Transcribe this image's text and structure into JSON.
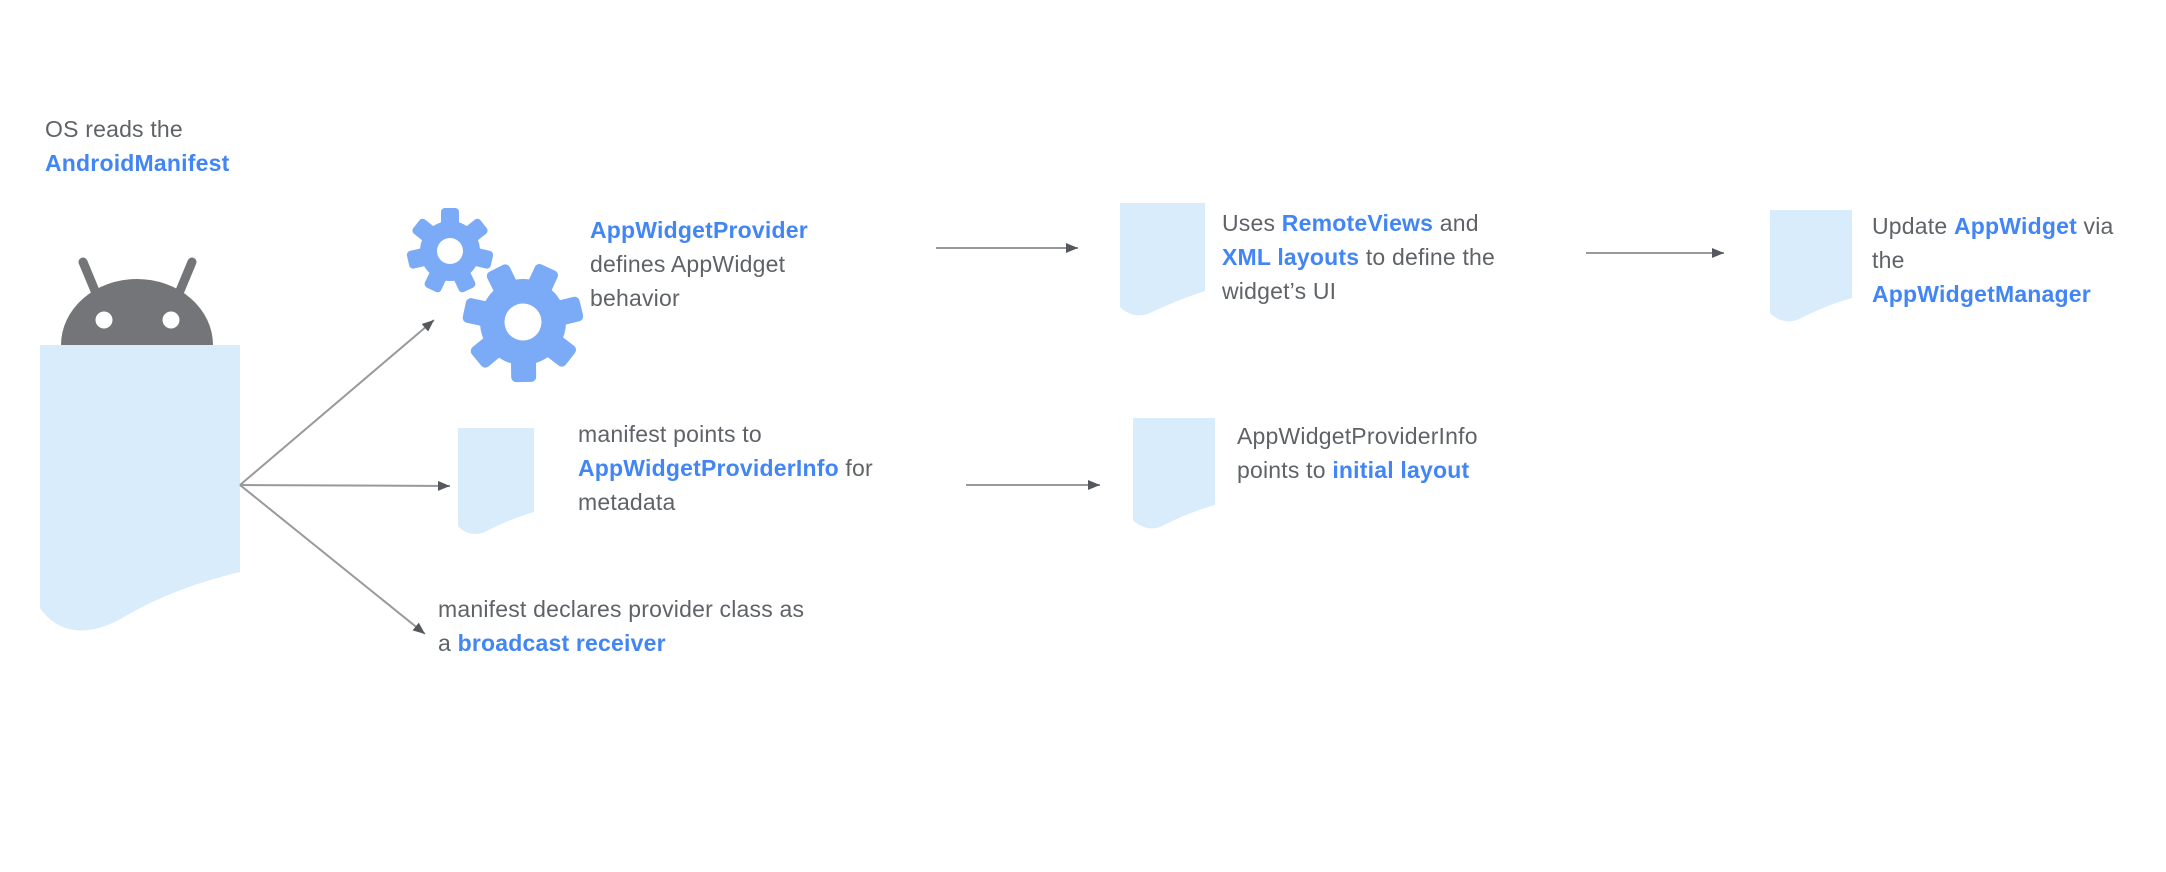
{
  "title": "AppWidget manifest flow diagram",
  "colors": {
    "blue": "#4285f4",
    "gray": "#5f6368",
    "doc": "#d8ecfc",
    "gear": "#7baaf7",
    "android": "#737578",
    "arrow": "#97999c",
    "arrowhead": "#55585c",
    "bg": "#ffffff"
  },
  "icons": {
    "android-robot": "android robot head peeking over document",
    "manifest-document": "large light-blue document with wavy bottom",
    "gears": "two blue cog wheels",
    "document": "small light-blue document with wavy bottom",
    "arrow": "thin gray arrow with dark head"
  },
  "notes": {
    "os": {
      "l1": "OS reads the",
      "l2": "AndroidManifest"
    },
    "provider": {
      "l1": "AppWidgetProvider",
      "l2": "defines AppWidget",
      "l3": "behavior"
    },
    "remote": {
      "s1": "Uses ",
      "s2": "RemoteViews",
      "s3": " and",
      "s4": "XML layouts",
      "s5": " to define the",
      "s6": "widget’s UI"
    },
    "update": {
      "s1": "Update ",
      "s2": "AppWidget",
      "s3": " via",
      "s4": "the",
      "s5": "AppWidgetManager"
    },
    "pinfo": {
      "s1": "manifest points to",
      "s2": "AppWidgetProviderInfo",
      "s3": " for",
      "s4": "metadata"
    },
    "initial": {
      "s1": "AppWidgetProviderInfo",
      "s2": "points to ",
      "s3": "initial layout"
    },
    "broadcast": {
      "s1": "manifest declares provider class as",
      "s2": "a ",
      "s3": "broadcast receiver"
    }
  }
}
